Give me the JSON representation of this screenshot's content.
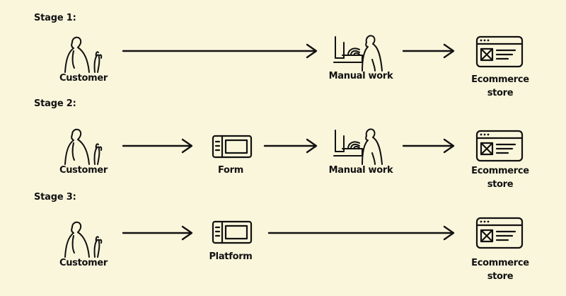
{
  "stages": [
    {
      "label": "Stage 1:",
      "nodes": [
        {
          "label": "Customer",
          "icon": "person-icon"
        },
        {
          "label": "Manual work",
          "icon": "person-at-computer-icon"
        },
        {
          "label": "Ecommerce\nstore",
          "icon": "browser-window-icon"
        }
      ]
    },
    {
      "label": "Stage 2:",
      "nodes": [
        {
          "label": "Customer",
          "icon": "person-icon"
        },
        {
          "label": "Form",
          "icon": "form-window-icon"
        },
        {
          "label": "Manual work",
          "icon": "person-at-computer-icon"
        },
        {
          "label": "Ecommerce\nstore",
          "icon": "browser-window-icon"
        }
      ]
    },
    {
      "label": "Stage 3:",
      "nodes": [
        {
          "label": "Customer",
          "icon": "person-icon"
        },
        {
          "label": "Platform",
          "icon": "form-window-icon"
        },
        {
          "label": "Ecommerce\nstore",
          "icon": "browser-window-icon"
        }
      ]
    }
  ]
}
